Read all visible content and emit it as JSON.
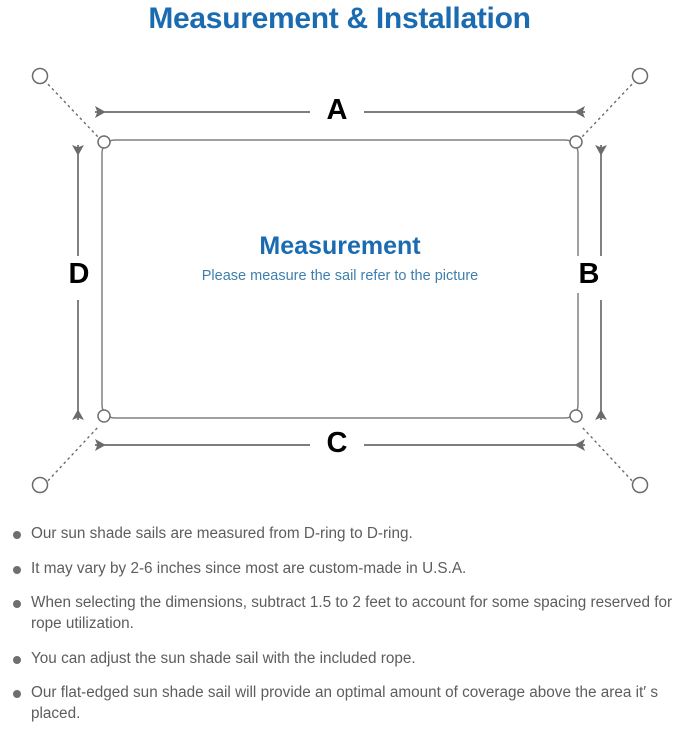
{
  "page": {
    "title": "Measurement & Installation",
    "title_color": "#1b6bb0",
    "background": "#ffffff"
  },
  "diagram": {
    "name": "sun-shade-sail-measurement-diagram",
    "sail_outline_color": "#808080",
    "arrow_color": "#6b6b6b",
    "rope_style": "dotted",
    "center": {
      "heading": "Measurement",
      "subheading": "Please measure the sail refer to the picture",
      "heading_color": "#1b6bb0",
      "subheading_color": "#3f7fae"
    },
    "dimension_labels": [
      {
        "id": "A",
        "text": "A",
        "edge": "top",
        "orientation": "horizontal"
      },
      {
        "id": "B",
        "text": "B",
        "edge": "right",
        "orientation": "vertical"
      },
      {
        "id": "C",
        "text": "C",
        "edge": "bottom",
        "orientation": "horizontal"
      },
      {
        "id": "D",
        "text": "D",
        "edge": "left",
        "orientation": "vertical"
      }
    ],
    "d_rings": [
      {
        "corner": "top-left"
      },
      {
        "corner": "top-right"
      },
      {
        "corner": "bottom-left"
      },
      {
        "corner": "bottom-right"
      }
    ],
    "anchor_points": [
      {
        "corner": "top-left"
      },
      {
        "corner": "top-right"
      },
      {
        "corner": "bottom-left"
      },
      {
        "corner": "bottom-right"
      }
    ]
  },
  "notes": {
    "bullet_color": "#6f6f6f",
    "text_color": "#5d5d5d",
    "items": [
      {
        "text": "Our sun shade sails are measured from D-ring to D-ring."
      },
      {
        "text": "It may vary by 2-6 inches since most are custom-made in U.S.A."
      },
      {
        "text": "When selecting the dimensions, subtract 1.5 to 2 feet to account for some spacing reserved for rope utilization."
      },
      {
        "text": "You can adjust the sun shade sail with the included rope."
      },
      {
        "text": "Our flat-edged sun shade sail will provide an optimal amount of coverage above the area it′ s placed."
      }
    ]
  }
}
